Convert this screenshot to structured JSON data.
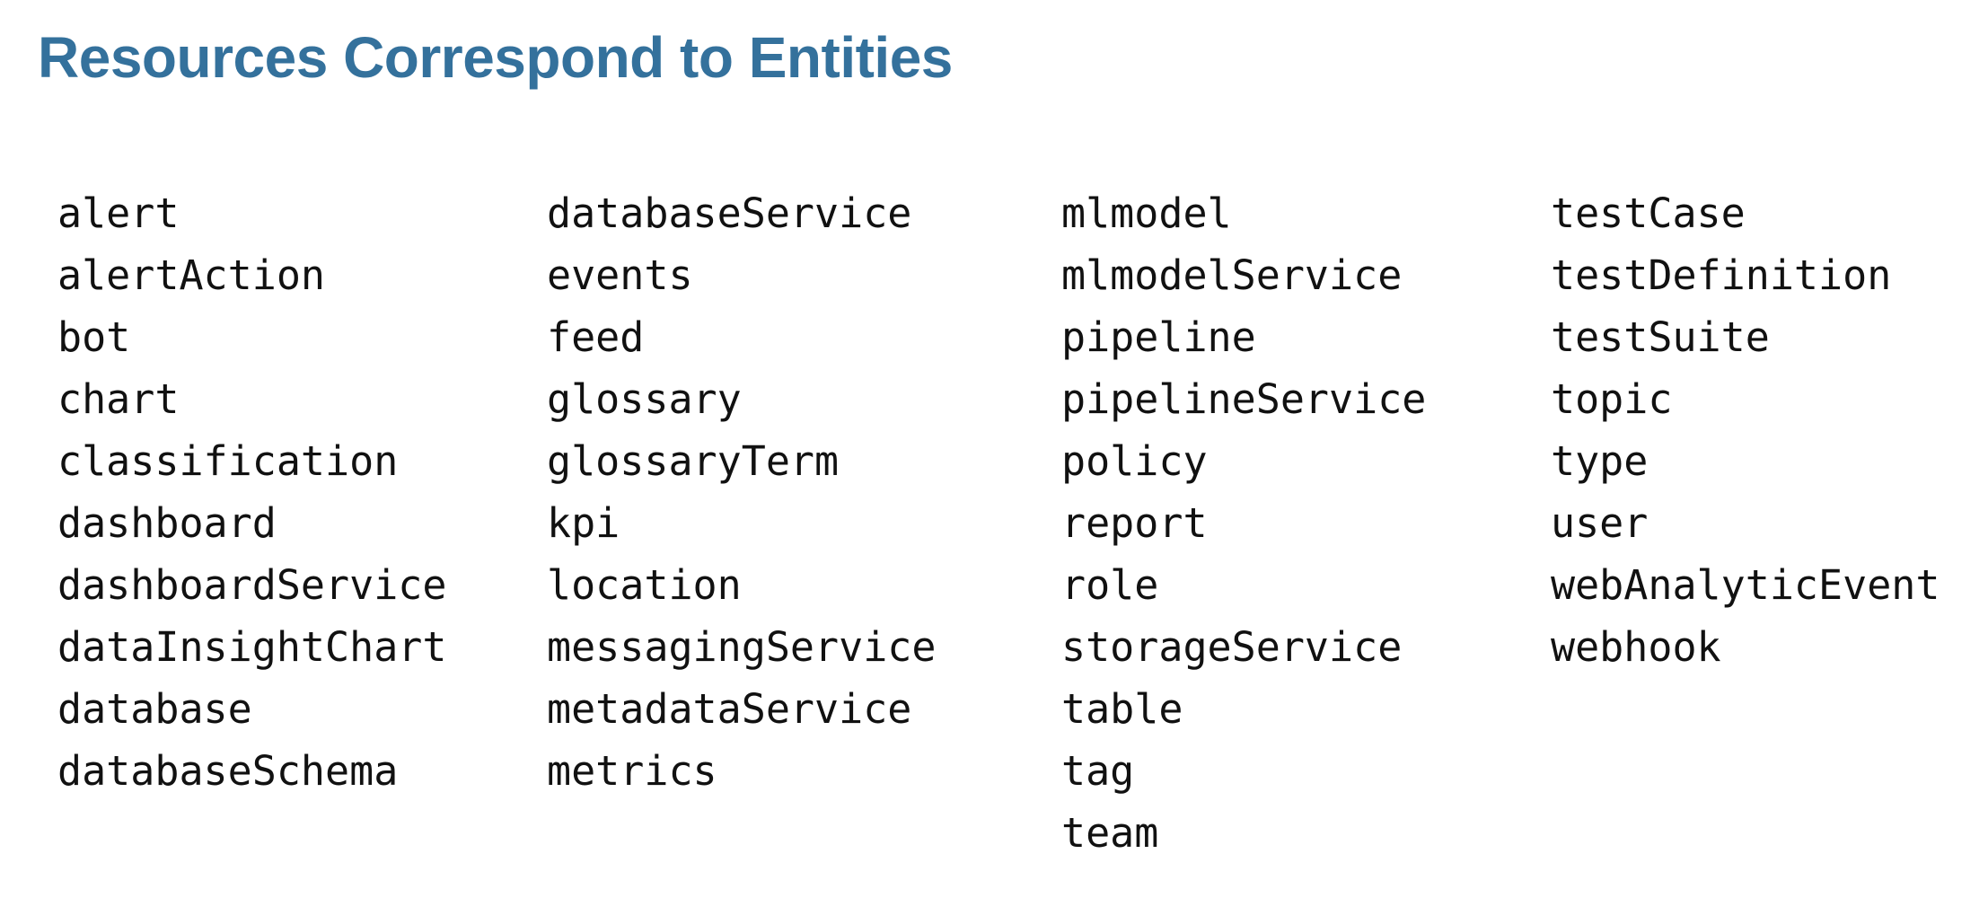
{
  "title": "Resources Correspond to Entities",
  "colors": {
    "title_accent": "#34719c",
    "body_text": "#111111",
    "background": "#ffffff"
  },
  "columns": [
    {
      "items": [
        "alert",
        "alertAction",
        "bot",
        "chart",
        "classification",
        "dashboard",
        "dashboardService",
        "dataInsightChart",
        "database",
        "databaseSchema"
      ]
    },
    {
      "items": [
        "databaseService",
        "events",
        "feed",
        "glossary",
        "glossaryTerm",
        "kpi",
        "location",
        "messagingService",
        "metadataService",
        "metrics"
      ]
    },
    {
      "items": [
        "mlmodel",
        "mlmodelService",
        "pipeline",
        "pipelineService",
        "policy",
        "report",
        "role",
        "storageService",
        "table",
        "tag",
        "team"
      ]
    },
    {
      "items": [
        "testCase",
        "testDefinition",
        "testSuite",
        "topic",
        "type",
        "user",
        "webAnalyticEvent",
        "webhook"
      ]
    }
  ]
}
